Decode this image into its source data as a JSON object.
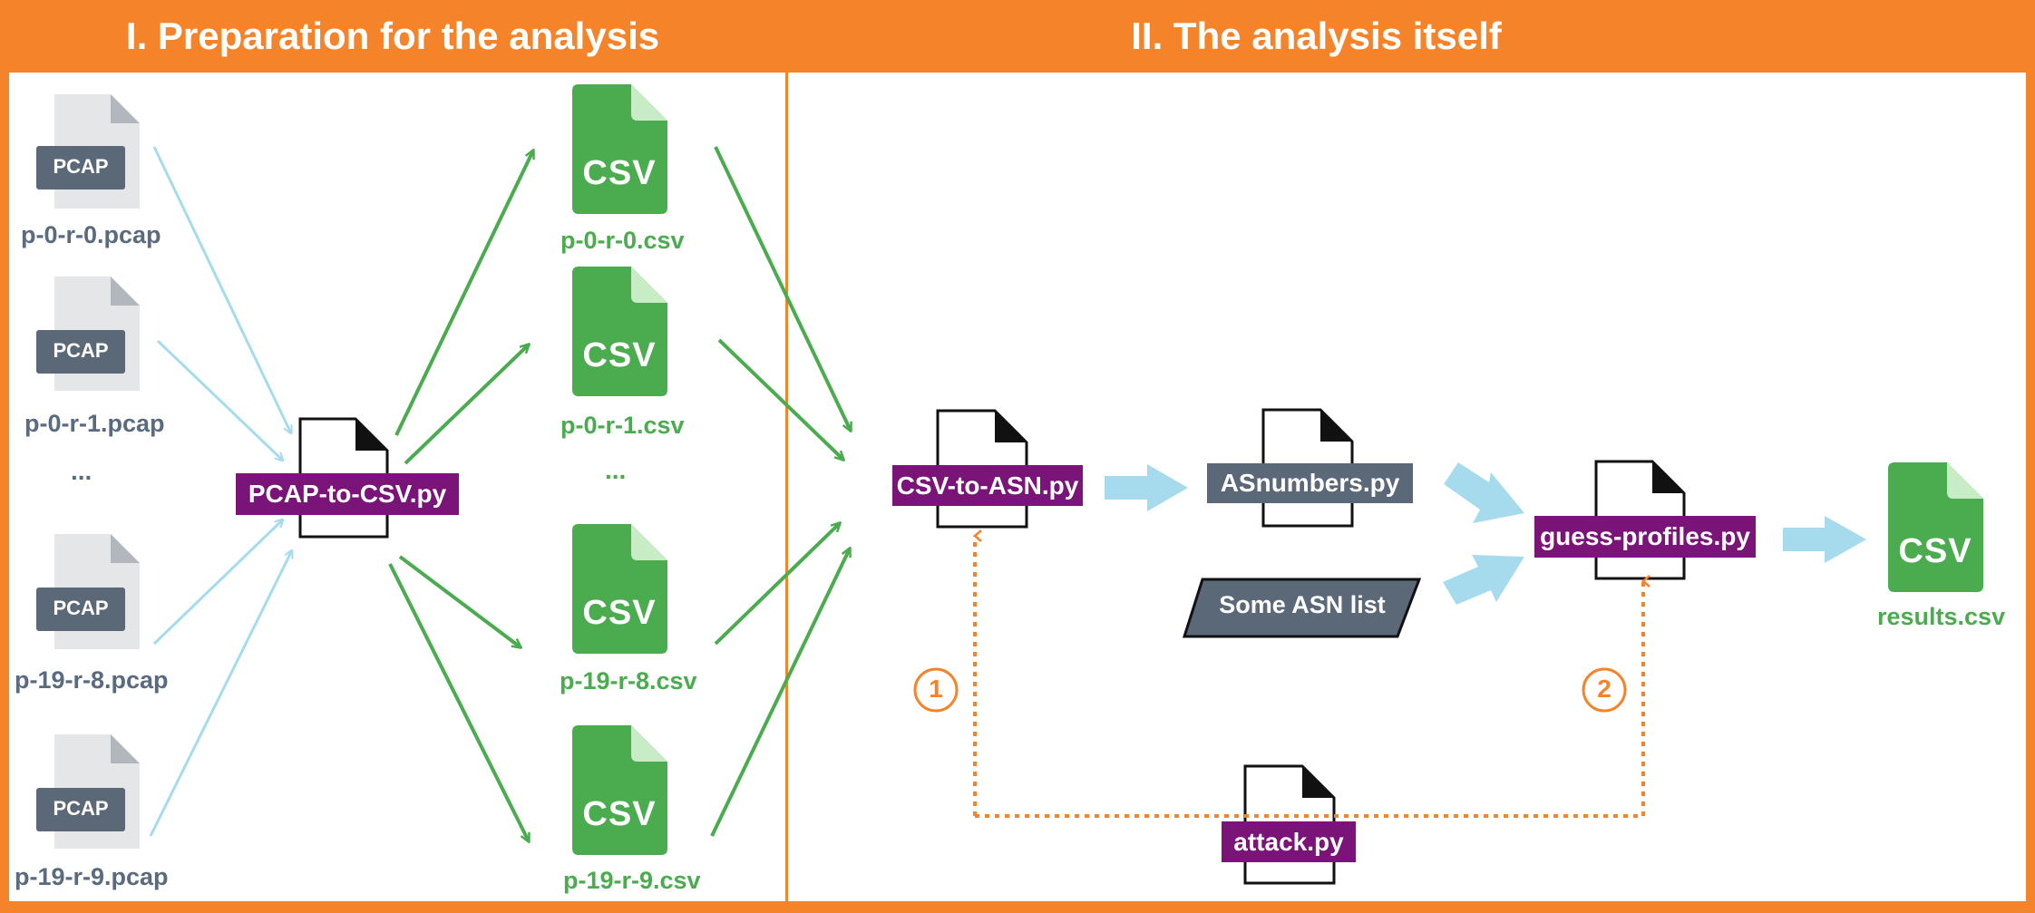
{
  "sections": {
    "preparation_title": "I. Preparation for the analysis",
    "analysis_title": "II. The analysis itself"
  },
  "colors": {
    "frame": "#f5832a",
    "pcap_gray": "#5a6b7f",
    "csv_green": "#4bab4f",
    "script_purple": "#7a1478",
    "data_slate": "#5b6878",
    "flow_blue": "#a6dbed"
  },
  "pcap_files": {
    "badge": "PCAP",
    "names": [
      "p-0-r-0.pcap",
      "p-0-r-1.pcap",
      "p-19-r-8.pcap",
      "p-19-r-9.pcap"
    ],
    "ellipsis": "..."
  },
  "csv_files": {
    "badge": "CSV",
    "names": [
      "p-0-r-0.csv",
      "p-0-r-1.csv",
      "p-19-r-8.csv",
      "p-19-r-9.csv"
    ],
    "ellipsis": "..."
  },
  "scripts": {
    "pcap_to_csv": "PCAP-to-CSV.py",
    "csv_to_asn": "CSV-to-ASN.py",
    "asnumbers": "ASnumbers.py",
    "guess_profiles": "guess-profiles.py",
    "attack": "attack.py"
  },
  "asn_list": "Some ASN list",
  "results": {
    "badge": "CSV",
    "name": "results.csv"
  },
  "steps": [
    "1",
    "2"
  ]
}
